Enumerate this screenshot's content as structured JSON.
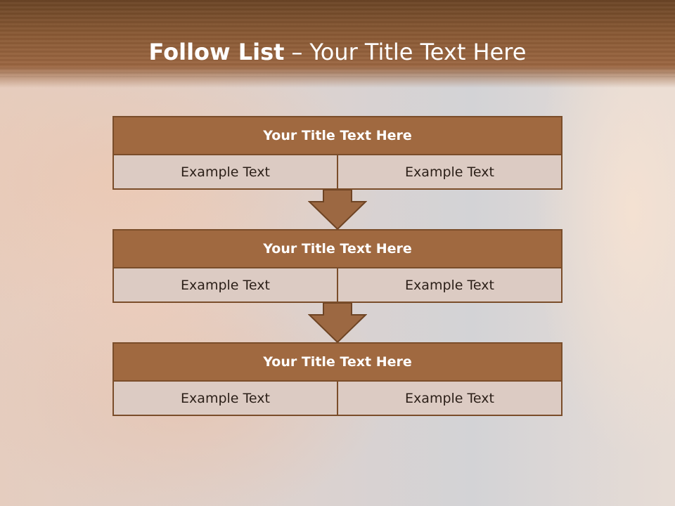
{
  "slide": {
    "title_bold": "Follow List",
    "title_dash": "–",
    "title_rest": "Your Title Text Here"
  },
  "blocks": [
    {
      "title": "Your Title Text Here",
      "left": "Example Text",
      "right": "Example Text"
    },
    {
      "title": "Your Title Text Here",
      "left": "Example Text",
      "right": "Example Text"
    },
    {
      "title": "Your Title Text Here",
      "left": "Example Text",
      "right": "Example Text"
    }
  ],
  "colors": {
    "header_brown": "#9b6641",
    "block_title_fill": "#a06940",
    "block_border": "#7a4d2a",
    "cell_fill": "#dccbc3"
  }
}
